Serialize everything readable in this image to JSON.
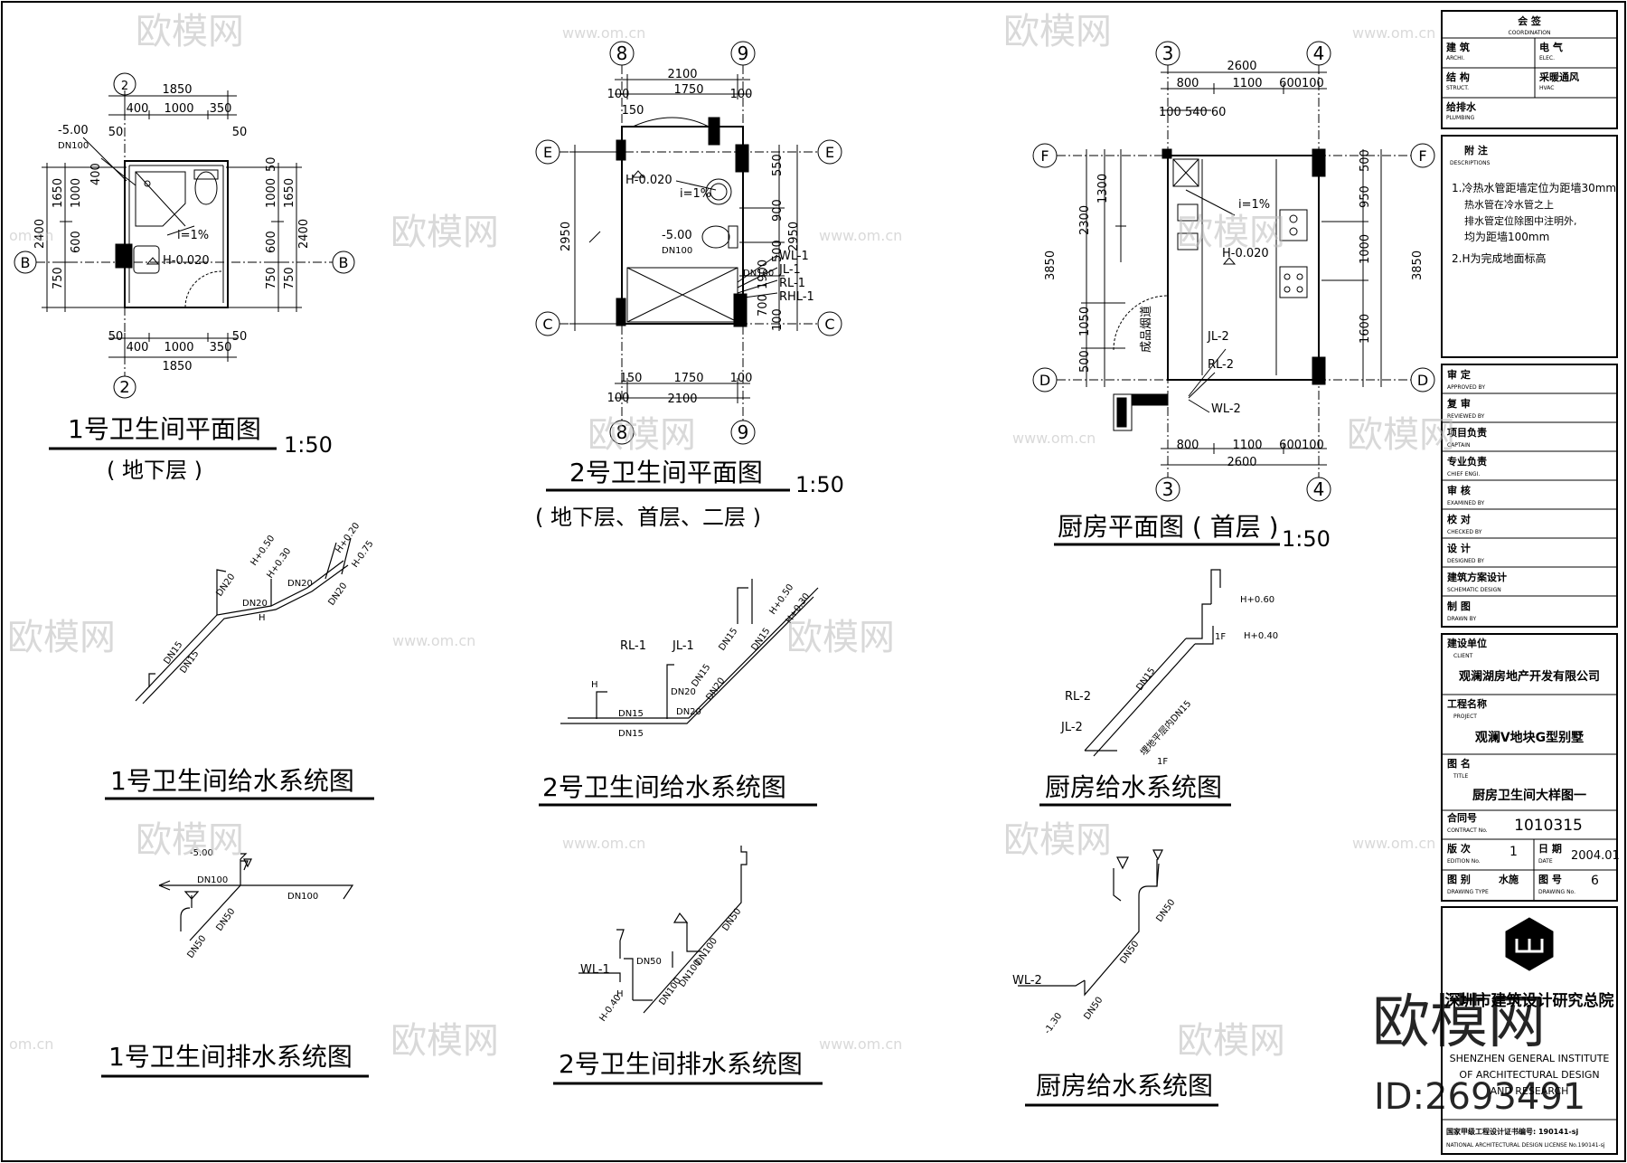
{
  "titles": {
    "b1_plan": "1号卫生间平面图",
    "b1_plan_sub": "( 地下层 )",
    "b2_plan": "2号卫生间平面图",
    "b2_plan_sub": "( 地下层、首层、二层 )",
    "k_plan": "厨房平面图 ( 首层 )",
    "scale": "1:50",
    "b1_supply": "1号卫生间给水系统图",
    "b2_supply": "2号卫生间给水系统图",
    "k_supply": "厨房给水系统图",
    "b1_drain": "1号卫生间排水系统图",
    "b2_drain": "2号卫生间排水系统图",
    "k_drain": "厨房给水系统图"
  },
  "axes": {
    "a2": "2",
    "aB": "B",
    "a8": "8",
    "a9": "9",
    "aE": "E",
    "aC": "C",
    "a3": "3",
    "a4": "4",
    "aF": "F",
    "aD": "D"
  },
  "b1": {
    "d1850": "1850",
    "d400": "400",
    "d1000": "1000",
    "d350": "350",
    "d50": "50",
    "d2400": "2400",
    "d1650": "1650",
    "d600": "600",
    "d750": "750",
    "lvl": "-5.00",
    "dn100": "DN100",
    "slope": "i=1%",
    "h": "H-0.020",
    "v400": "400"
  },
  "b2": {
    "d2100": "2100",
    "d1750": "1750",
    "d100": "100",
    "d150": "150",
    "d2950": "2950",
    "d550": "550",
    "d900": "900",
    "d500": "500",
    "d1900": "1900",
    "d700": "700",
    "h": "H-0.020",
    "slope": "i=1%",
    "lvl": "-5.00",
    "dn100": "DN100",
    "wl1": "WL-1",
    "jl1": "JL-1",
    "rl1": "RL-1",
    "rhl1": "RHL-1",
    "dn1001": "DN100"
  },
  "k": {
    "d2600": "2600",
    "d800": "800",
    "d1100": "1100",
    "d600100": "600100",
    "d100540": "100 540 60",
    "d3850": "3850",
    "d2300": "2300",
    "d1300": "1300",
    "d1050": "1050",
    "d500": "500",
    "d950": "950",
    "d1000": "1000",
    "d1600": "1600",
    "slope": "i=1%",
    "h": "H-0.020",
    "jl2": "JL-2",
    "rl2": "RL-2",
    "wl2": "WL-2",
    "flue": "成品烟道"
  },
  "sys": {
    "dn15": "DN15",
    "dn20": "DN20",
    "h050": "H+0.50",
    "h030": "H+0.30",
    "h020": "H+0.20",
    "h075": "H-0.75",
    "h": "H",
    "rl1": "RL-1",
    "jl1": "JL-1",
    "h060": "H+0.60",
    "h040": "H+0.40",
    "f1": "1F",
    "rl2": "RL-2",
    "jl2": "JL-2",
    "buried": "埋地平层内DN15",
    "m500": "-5.00",
    "dn100": "DN100",
    "dn50": "DN50",
    "wl1": "WL-1",
    "h040n": "H-0.40",
    "wl2": "WL-2",
    "m130": "-1.30"
  },
  "titleblock": {
    "hui": "会 签",
    "hui_en": "COORDINATION",
    "arch": "建 筑",
    "arch_en": "ARCHI.",
    "elec": "电 气",
    "elec_en": "ELEC.",
    "struct": "结 构",
    "struct_en": "STRUCT.",
    "hvac": "采暖通风",
    "hvac_en": "HVAC",
    "plumb": "给排水",
    "plumb_en": "PLUMBING",
    "notes": "附 注",
    "notes_en": "DESCRIPTIONS",
    "note1a": "1.冷热水管距墙定位为距墙30mm",
    "note1b": "热水管在冷水管之上",
    "note1c": "排水管定位除图中注明外,",
    "note1d": "均为距墙100mm",
    "note2": "2.H为完成地面标高",
    "approved": "审 定",
    "approved_en": "APPROVED BY",
    "reviewed": "复 审",
    "reviewed_en": "REVIEWED BY",
    "captain": "项目负责",
    "captain_en": "CAPTAIN",
    "chief": "专业负责",
    "chief_en": "CHIEF ENGI.",
    "examined": "审 核",
    "examined_en": "EXAMINED BY",
    "checked": "校 对",
    "checked_en": "CHECKED BY",
    "designed": "设 计",
    "designed_en": "DESIGNED BY",
    "schematic": "建筑方案设计",
    "schematic_en": "SCHEMATIC DESIGN",
    "drawn": "制 图",
    "drawn_en": "DRAWN BY",
    "client": "建设单位",
    "client_en": "CLIENT",
    "client_val": "观澜湖房地产开发有限公司",
    "project": "工程名称",
    "project_en": "PROJECT",
    "project_val": "观澜Ⅴ地块G型别墅",
    "title": "图 名",
    "title_en": "TITLE",
    "title_val": "厨房卫生间大样图一",
    "contract": "合同号",
    "contract_en": "CONTRACT No.",
    "contract_val": "1010315",
    "edition": "版 次",
    "edition_en": "EDITION No.",
    "edition_val": "1",
    "date": "日 期",
    "date_en": "DATE",
    "date_val": "2004.01",
    "dtype": "图 别",
    "dtype_en": "DRAWING TYPE",
    "dtype_val": "水施",
    "dno": "图 号",
    "dno_en": "DRAWING No.",
    "dno_val": "6",
    "inst": "深圳市建筑设计研究总院",
    "inst_en1": "SHENZHEN GENERAL INSTITUTE",
    "inst_en2": "OF ARCHITECTURAL DESIGN",
    "inst_en3": "AND RESEARCH",
    "license": "国家甲级工程设计证书编号: 190141-sj",
    "license_en": "NATIONAL ARCHITECTURAL DESIGN LICENSE No.190141-sj"
  },
  "watermark": {
    "brand": "欧模网",
    "site": "www.om.cn",
    "id": "ID:2693491",
    "site_short": "om.cn"
  }
}
